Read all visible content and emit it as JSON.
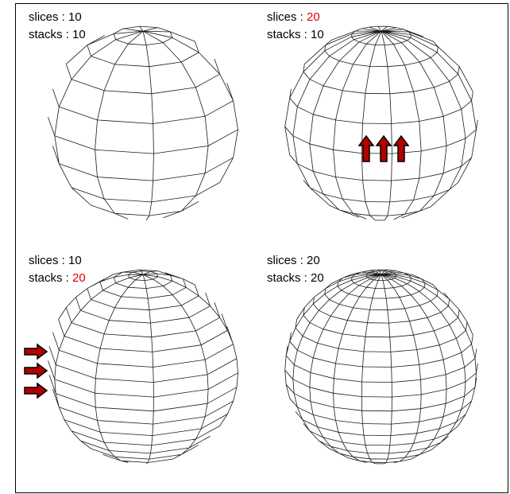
{
  "colors": {
    "highlight": "#e00000",
    "wire": "#1a1a1a",
    "arrow_fill": "#b30000",
    "arrow_stroke": "#000000"
  },
  "panels": [
    {
      "slices_text": "slices : ",
      "slices": "10",
      "stacks_text": "stacks : ",
      "stacks": "10",
      "highlight": "none"
    },
    {
      "slices_text": "slices : ",
      "slices": "20",
      "stacks_text": "stacks : ",
      "stacks": "10",
      "highlight": "slices"
    },
    {
      "slices_text": "slices : ",
      "slices": "10",
      "stacks_text": "stacks : ",
      "stacks": "20",
      "highlight": "stacks"
    },
    {
      "slices_text": "slices : ",
      "slices": "20",
      "stacks_text": "stacks : ",
      "stacks": "20",
      "highlight": "none"
    }
  ],
  "arrows": {
    "up_count": 3,
    "right_count": 3,
    "icon": "red-arrow"
  }
}
